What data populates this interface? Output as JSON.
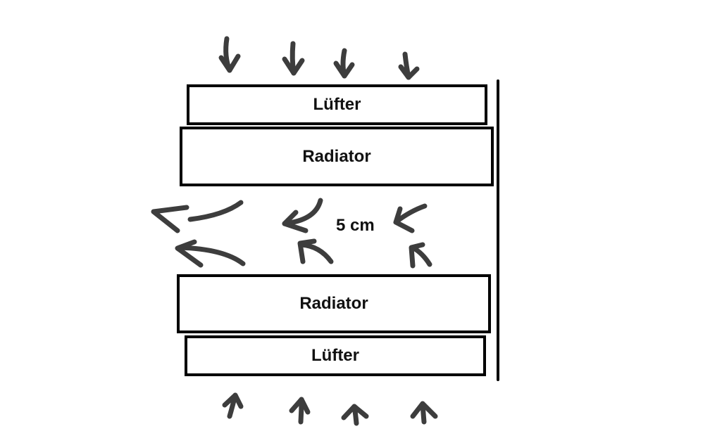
{
  "labels": {
    "fan_top": "Lüfter",
    "radiator_top": "Radiator",
    "gap": "5 cm",
    "radiator_bottom": "Radiator",
    "fan_bottom": "Lüfter"
  },
  "colors": {
    "arrow": "#3a3a3a",
    "outline": "#000000",
    "background": "#ffffff"
  }
}
